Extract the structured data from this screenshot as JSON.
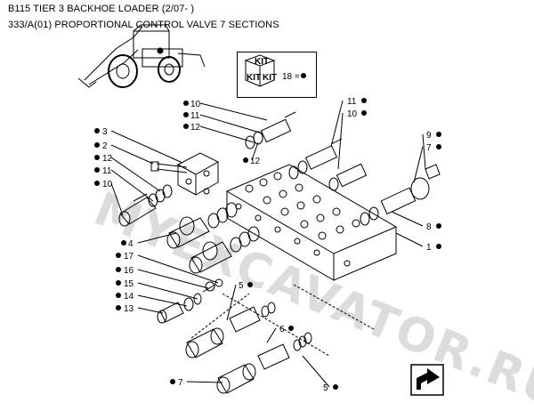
{
  "header": {
    "line1": "B115 TIER 3 BACKHOE LOADER (2/07- )",
    "line2": "333/A(01) PROPORTIONAL CONTROL VALVE 7 SECTIONS"
  },
  "kit": {
    "label": "KIT",
    "ref": "18 ="
  },
  "watermark": "MYEXCAVATOR.RU",
  "callouts": [
    {
      "id": "c10a",
      "text": "10"
    },
    {
      "id": "c11a",
      "text": "11"
    },
    {
      "id": "c12a",
      "text": "12"
    },
    {
      "id": "c3",
      "text": "3"
    },
    {
      "id": "c2",
      "text": "2"
    },
    {
      "id": "c12b",
      "text": "12"
    },
    {
      "id": "c11b",
      "text": "11"
    },
    {
      "id": "c10b",
      "text": "10"
    },
    {
      "id": "c12c",
      "text": "12"
    },
    {
      "id": "c11c",
      "text": "11"
    },
    {
      "id": "c10c",
      "text": "10"
    },
    {
      "id": "c9",
      "text": "9"
    },
    {
      "id": "c7a",
      "text": "7"
    },
    {
      "id": "c8",
      "text": "8"
    },
    {
      "id": "c1",
      "text": "1"
    },
    {
      "id": "c4",
      "text": "4"
    },
    {
      "id": "c17",
      "text": "17"
    },
    {
      "id": "c16",
      "text": "16"
    },
    {
      "id": "c15",
      "text": "15"
    },
    {
      "id": "c14",
      "text": "14"
    },
    {
      "id": "c13",
      "text": "13"
    },
    {
      "id": "c5a",
      "text": "5"
    },
    {
      "id": "c6",
      "text": "6"
    },
    {
      "id": "c7b",
      "text": "7"
    },
    {
      "id": "c5b",
      "text": "5"
    }
  ]
}
